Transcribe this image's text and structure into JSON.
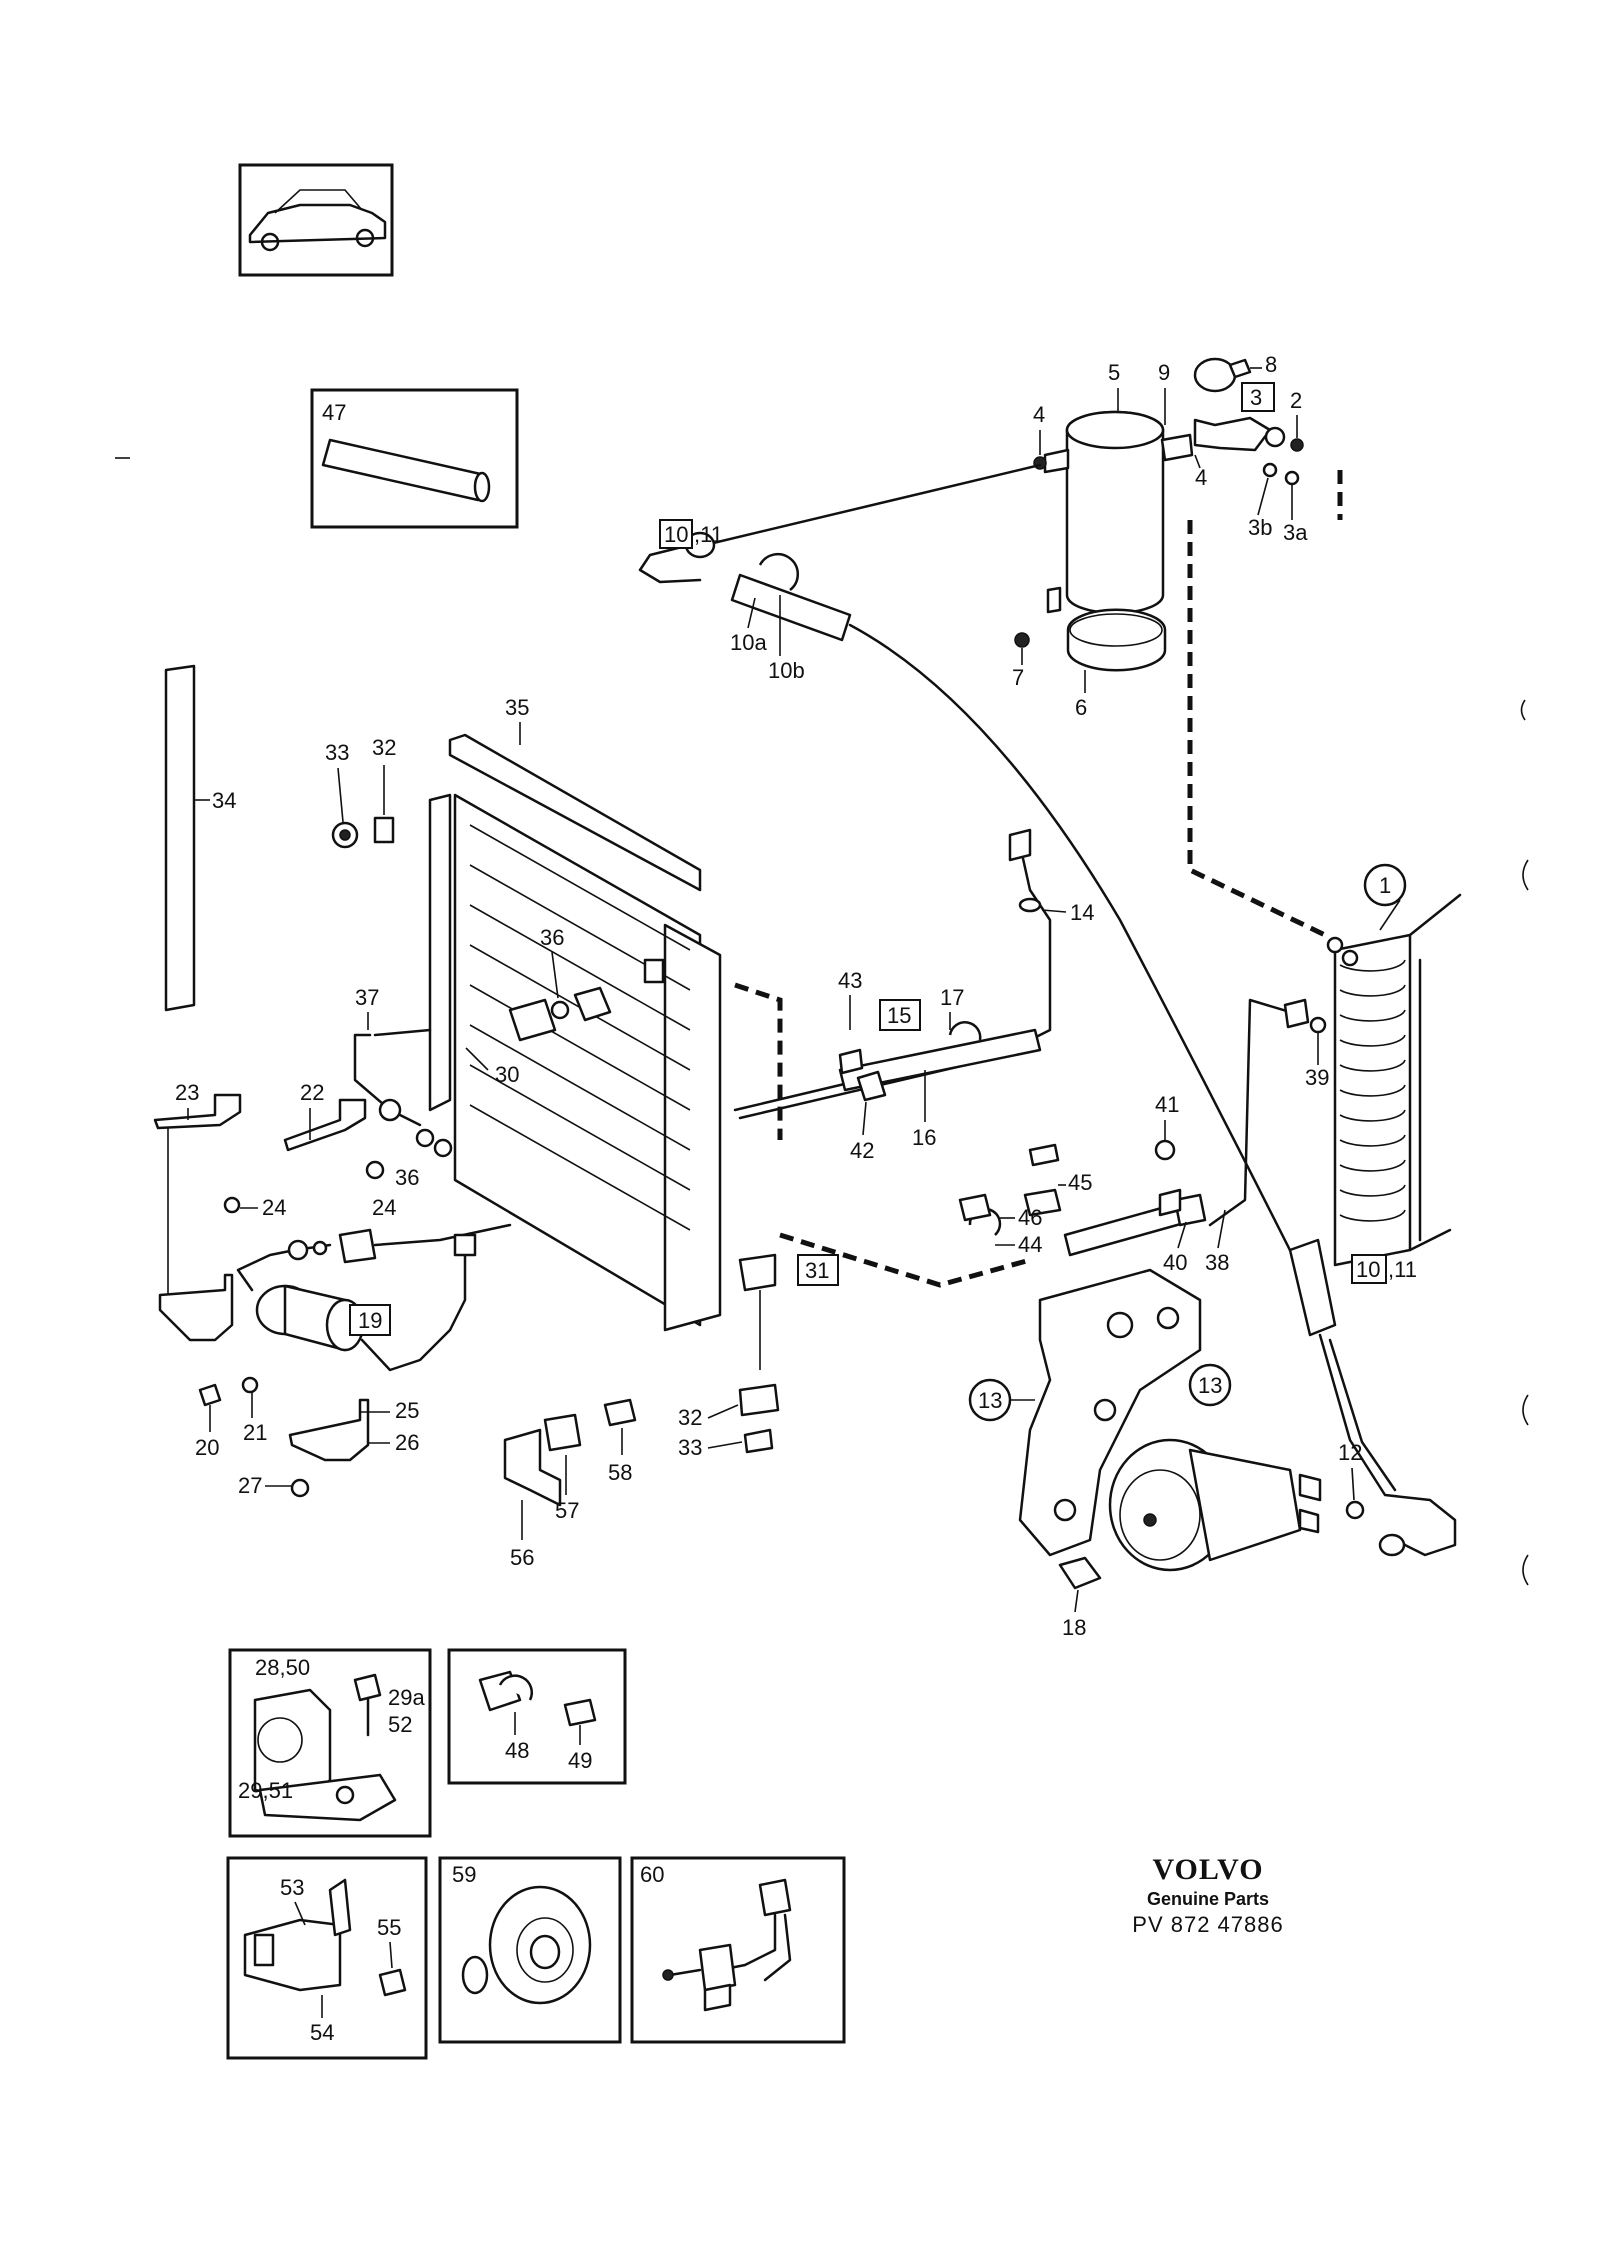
{
  "callouts": {
    "c1": "1",
    "c2": "2",
    "c3": "3",
    "c3a": "3a",
    "c3b": "3b",
    "c4a": "4",
    "c4b": "4",
    "c5": "5",
    "c6": "6",
    "c7": "7",
    "c8": "8",
    "c9": "9",
    "c10_11a": "10",
    "c11a": ",11",
    "c10a": "10a",
    "c10b": "10b",
    "c10_11b": "10",
    "c11b": ",11",
    "c12": "12",
    "c13a": "13",
    "c13b": "13",
    "c14": "14",
    "c15": "15",
    "c16": "16",
    "c17": "17",
    "c18": "18",
    "c19": "19",
    "c20": "20",
    "c21": "21",
    "c22": "22",
    "c23": "23",
    "c24a": "24",
    "c24b": "24",
    "c25": "25",
    "c26": "26",
    "c27": "27",
    "c30": "30",
    "c31": "31",
    "c32a": "32",
    "c32b": "32",
    "c33a": "33",
    "c33b": "33",
    "c34": "34",
    "c35": "35",
    "c36a": "36",
    "c36b": "36",
    "c37": "37",
    "c38": "38",
    "c39": "39",
    "c40": "40",
    "c41": "41",
    "c42": "42",
    "c43": "43",
    "c44": "44",
    "c45": "45",
    "c46": "46",
    "c47": "47",
    "c56": "56",
    "c57": "57",
    "c58": "58"
  },
  "insets": {
    "bracket_kit": {
      "label_top": "28,50",
      "label_screw": "29a",
      "label_52": "52",
      "label_bottom": "29,51"
    },
    "clip_kit": {
      "label_48": "48",
      "label_49": "49"
    },
    "clamp_kit": {
      "label_53": "53",
      "label_54": "54",
      "label_55": "55"
    },
    "pulley": {
      "label": "59"
    },
    "switch": {
      "label": "60"
    }
  },
  "brand": {
    "logo": "VOLVO",
    "subtitle": "Genuine Parts",
    "part_number": "PV 872 47886"
  },
  "colors": {
    "ink": "#111111",
    "paper": "#ffffff"
  }
}
